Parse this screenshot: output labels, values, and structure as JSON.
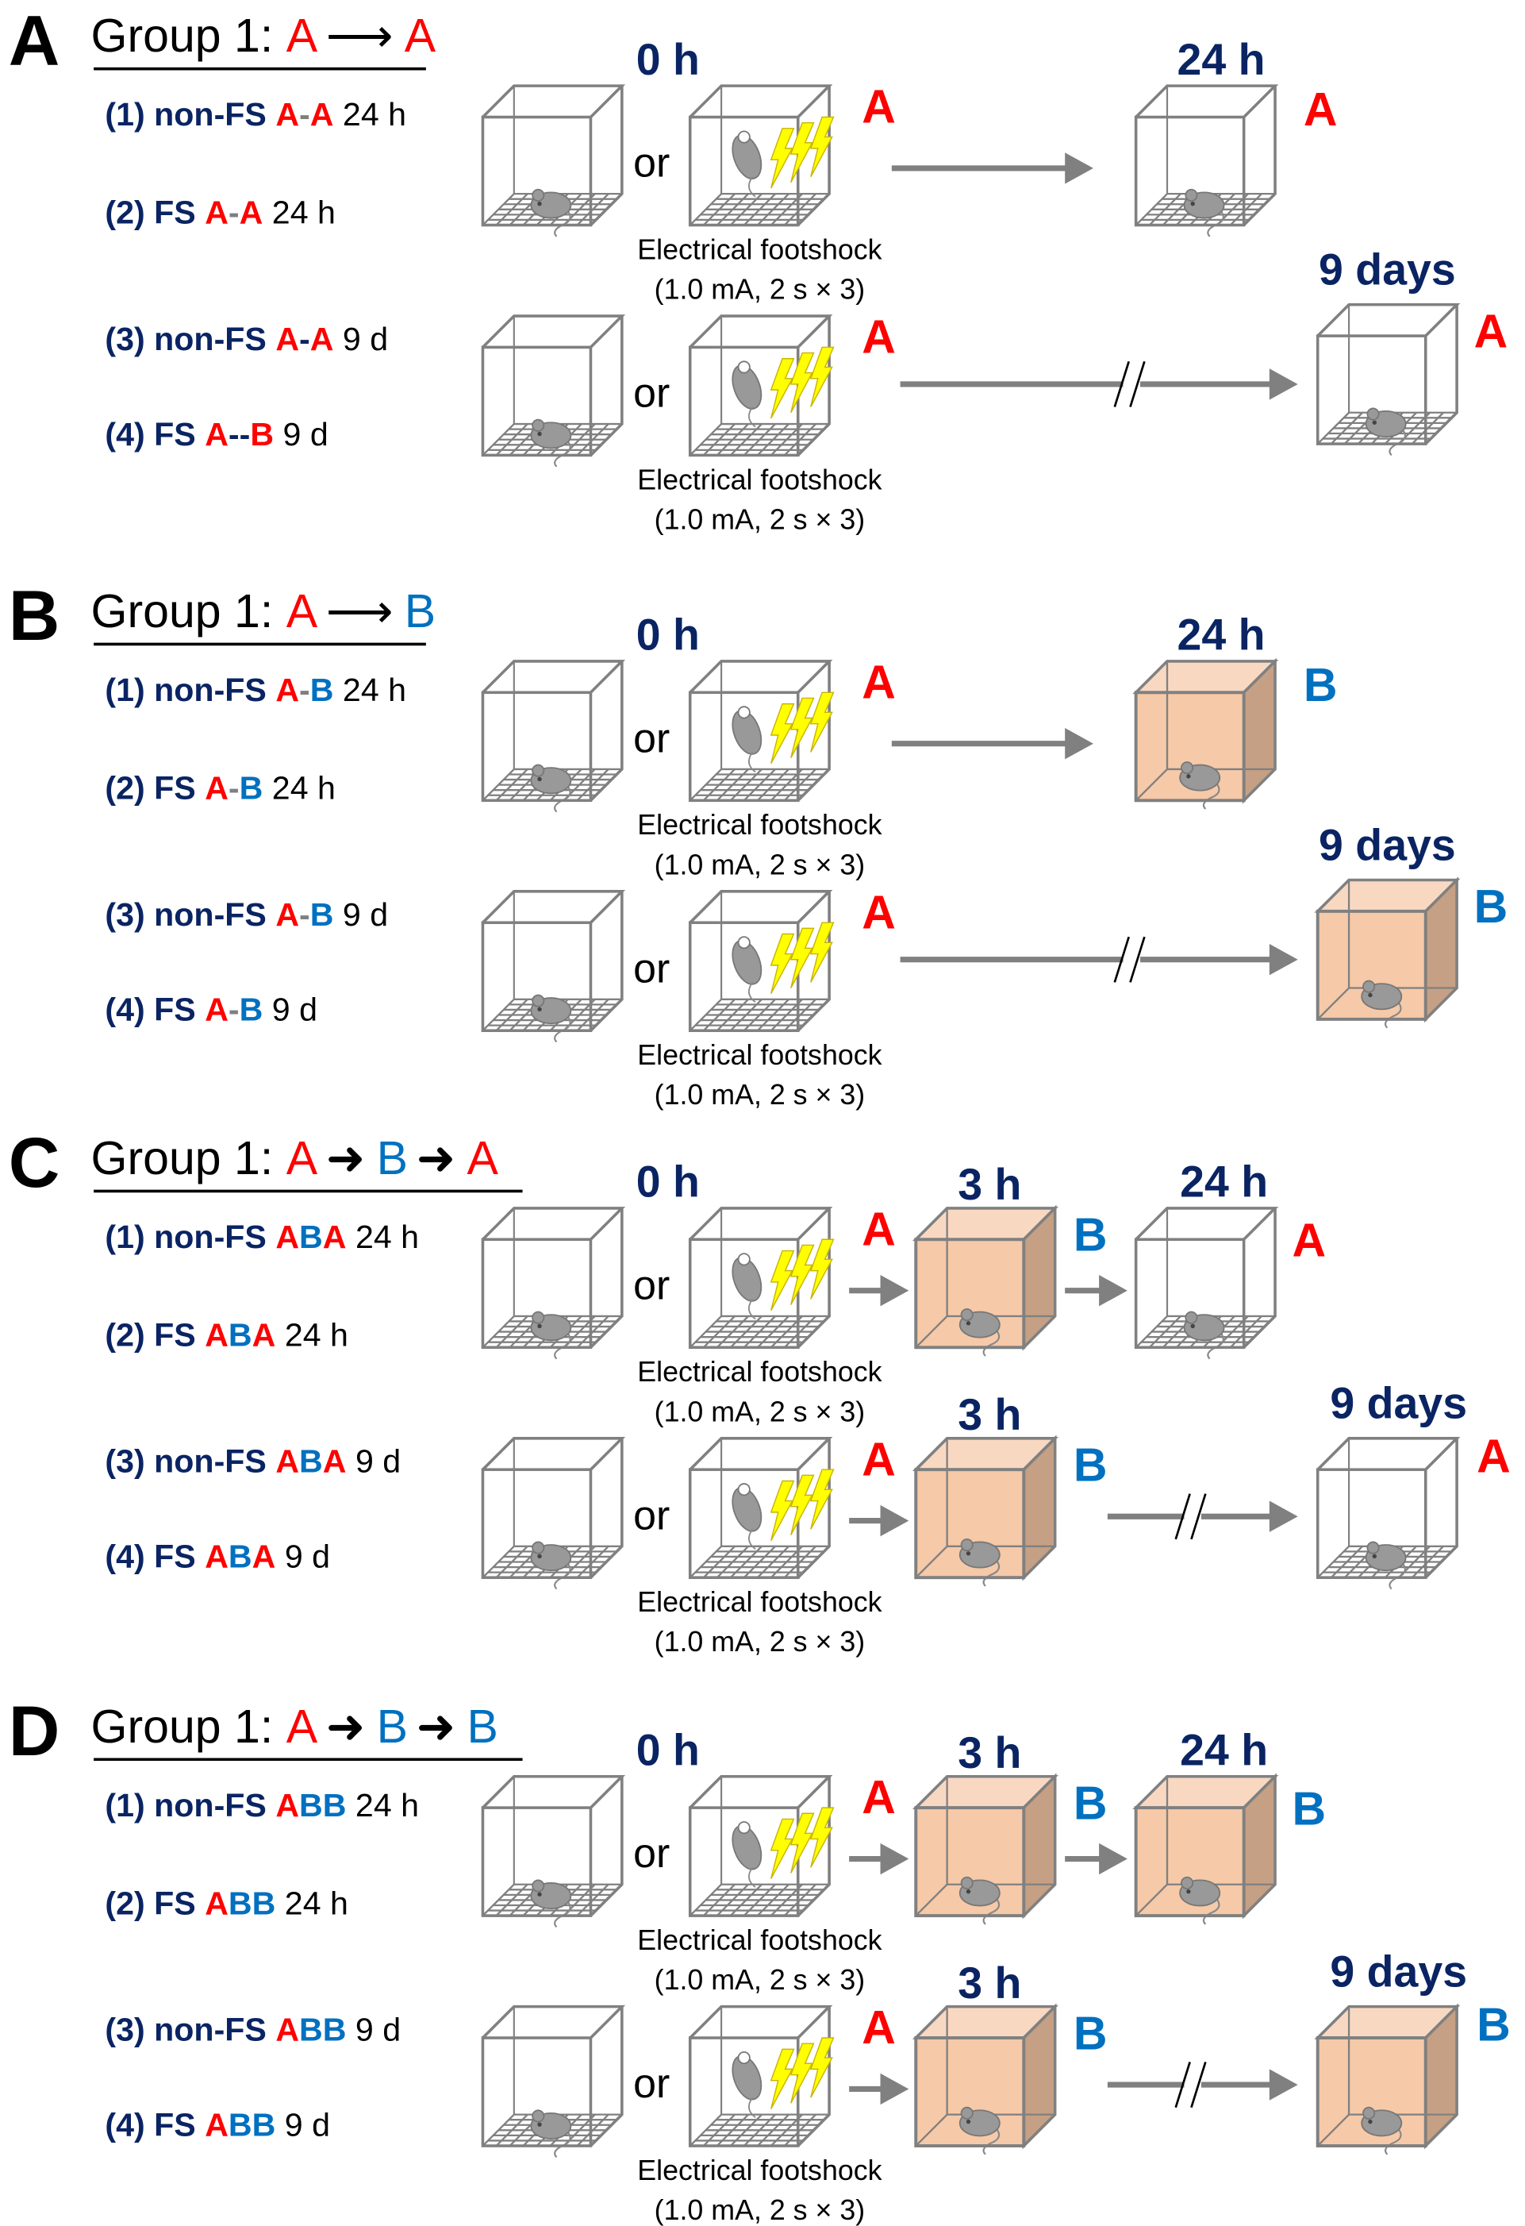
{
  "colors": {
    "navy": "#0a2463",
    "red": "#ff0000",
    "blue": "#0070c0",
    "gray": "#7f7f7f",
    "black": "#000000",
    "cage": "#808080",
    "orange_front": "#f6c9a8",
    "orange_top": "#f9d8c2",
    "orange_side": "#c6a084",
    "mouse": "#999999",
    "bolt": "#ffff00"
  },
  "context_colors": {
    "A": "red",
    "B": "blue"
  },
  "panels": [
    {
      "label": "A",
      "group": {
        "prefix": "Group 1: ",
        "contexts": [
          "A",
          "A"
        ],
        "arrow": "⟶"
      },
      "conditions": [
        [
          {
            "t": "(1) non-FS ",
            "c": "navy"
          },
          {
            "t": "A",
            "c": "red"
          },
          {
            "t": "-",
            "c": "gray"
          },
          {
            "t": "A",
            "c": "red"
          },
          {
            "t": " 24 h",
            "c": "black"
          }
        ],
        [
          {
            "t": "(2) FS ",
            "c": "navy"
          },
          {
            "t": "A",
            "c": "red"
          },
          {
            "t": "-",
            "c": "gray"
          },
          {
            "t": "A",
            "c": "red"
          },
          {
            "t": " 24 h",
            "c": "black"
          }
        ],
        [
          {
            "t": "(3) non-FS ",
            "c": "navy"
          },
          {
            "t": "A",
            "c": "red"
          },
          {
            "t": "-",
            "c": "navy"
          },
          {
            "t": "A",
            "c": "red"
          },
          {
            "t": " 9 d",
            "c": "black"
          }
        ],
        [
          {
            "t": "(4) FS ",
            "c": "navy"
          },
          {
            "t": "A",
            "c": "red"
          },
          {
            "t": "--",
            "c": "navy"
          },
          {
            "t": "B",
            "c": "red"
          },
          {
            "t": " 9 d",
            "c": "black"
          }
        ]
      ],
      "rows": [
        {
          "start_time": "0 h",
          "or": "or",
          "shock_ctx": "A",
          "caption": [
            "Electrical footshock",
            "(1.0 mA, 2 s × 3)"
          ],
          "break": false,
          "final": {
            "time": "24 h",
            "ctx": "A",
            "box": false
          }
        },
        {
          "or": "or",
          "shock_ctx": "A",
          "caption": [
            "Electrical footshock",
            "(1.0 mA, 2 s × 3)"
          ],
          "break": true,
          "final": {
            "time": "9 days",
            "ctx": "A",
            "box": false
          }
        }
      ]
    },
    {
      "label": "B",
      "group": {
        "prefix": "Group 1: ",
        "contexts": [
          "A",
          "B"
        ],
        "arrow": "⟶"
      },
      "conditions": [
        [
          {
            "t": "(1) non-FS ",
            "c": "navy"
          },
          {
            "t": "A",
            "c": "red"
          },
          {
            "t": "-",
            "c": "gray"
          },
          {
            "t": "B",
            "c": "blue"
          },
          {
            "t": " 24 h",
            "c": "black"
          }
        ],
        [
          {
            "t": "(2) FS ",
            "c": "navy"
          },
          {
            "t": "A",
            "c": "red"
          },
          {
            "t": "-",
            "c": "gray"
          },
          {
            "t": "B",
            "c": "blue"
          },
          {
            "t": " 24 h",
            "c": "black"
          }
        ],
        [
          {
            "t": "(3) non-FS ",
            "c": "navy"
          },
          {
            "t": "A",
            "c": "red"
          },
          {
            "t": "-",
            "c": "gray"
          },
          {
            "t": "B",
            "c": "blue"
          },
          {
            "t": " 9 d",
            "c": "black"
          }
        ],
        [
          {
            "t": "(4) FS ",
            "c": "navy"
          },
          {
            "t": "A",
            "c": "red"
          },
          {
            "t": "-",
            "c": "gray"
          },
          {
            "t": "B",
            "c": "blue"
          },
          {
            "t": " 9 d",
            "c": "black"
          }
        ]
      ],
      "rows": [
        {
          "start_time": "0 h",
          "or": "or",
          "shock_ctx": "A",
          "caption": [
            "Electrical footshock",
            "(1.0 mA, 2 s × 3)"
          ],
          "break": false,
          "final": {
            "time": "24 h",
            "ctx": "B",
            "box": true
          }
        },
        {
          "or": "or",
          "shock_ctx": "A",
          "caption": [
            "Electrical footshock",
            "(1.0 mA, 2 s × 3)"
          ],
          "break": true,
          "final": {
            "time": "9 days",
            "ctx": "B",
            "box": true
          }
        }
      ]
    },
    {
      "label": "C",
      "group": {
        "prefix": "Group 1: ",
        "contexts": [
          "A",
          "B",
          "A"
        ],
        "arrow": "➜"
      },
      "conditions": [
        [
          {
            "t": "(1) non-FS ",
            "c": "navy"
          },
          {
            "t": "A",
            "c": "red"
          },
          {
            "t": "B",
            "c": "blue"
          },
          {
            "t": "A",
            "c": "red"
          },
          {
            "t": " 24 h",
            "c": "black"
          }
        ],
        [
          {
            "t": "(2) FS ",
            "c": "navy"
          },
          {
            "t": "A",
            "c": "red"
          },
          {
            "t": "B",
            "c": "blue"
          },
          {
            "t": "A",
            "c": "red"
          },
          {
            "t": " 24 h",
            "c": "black"
          }
        ],
        [
          {
            "t": "(3) non-FS ",
            "c": "navy"
          },
          {
            "t": "A",
            "c": "red"
          },
          {
            "t": "B",
            "c": "blue"
          },
          {
            "t": "A",
            "c": "red"
          },
          {
            "t": " 9 d",
            "c": "black"
          }
        ],
        [
          {
            "t": "(4) FS ",
            "c": "navy"
          },
          {
            "t": "A",
            "c": "red"
          },
          {
            "t": "B",
            "c": "blue"
          },
          {
            "t": "A",
            "c": "red"
          },
          {
            "t": " 9 d",
            "c": "black"
          }
        ]
      ],
      "rows": [
        {
          "start_time": "0 h",
          "or": "or",
          "shock_ctx": "A",
          "caption": [
            "Electrical footshock",
            "(1.0 mA, 2 s × 3)"
          ],
          "mid": {
            "time": "3 h",
            "ctx": "B"
          },
          "break": false,
          "final": {
            "time": "24 h",
            "ctx": "A",
            "box": false
          }
        },
        {
          "or": "or",
          "shock_ctx": "A",
          "caption": [
            "Electrical footshock",
            "(1.0 mA, 2 s × 3)"
          ],
          "mid": {
            "time": "3 h",
            "ctx": "B"
          },
          "break": true,
          "final": {
            "time": "9 days",
            "ctx": "A",
            "box": false
          }
        }
      ]
    },
    {
      "label": "D",
      "group": {
        "prefix": "Group 1: ",
        "contexts": [
          "A",
          "B",
          "B"
        ],
        "arrow": "➜"
      },
      "conditions": [
        [
          {
            "t": "(1) non-FS ",
            "c": "navy"
          },
          {
            "t": "A",
            "c": "red"
          },
          {
            "t": "BB",
            "c": "blue"
          },
          {
            "t": " 24 h",
            "c": "black"
          }
        ],
        [
          {
            "t": "(2) FS ",
            "c": "navy"
          },
          {
            "t": "A",
            "c": "red"
          },
          {
            "t": "BB",
            "c": "blue"
          },
          {
            "t": " 24 h",
            "c": "black"
          }
        ],
        [
          {
            "t": "(3) non-FS ",
            "c": "navy"
          },
          {
            "t": "A",
            "c": "red"
          },
          {
            "t": "BB",
            "c": "blue"
          },
          {
            "t": " 9 d",
            "c": "black"
          }
        ],
        [
          {
            "t": "(4) FS ",
            "c": "navy"
          },
          {
            "t": "A",
            "c": "red"
          },
          {
            "t": "BB",
            "c": "blue"
          },
          {
            "t": " 9 d",
            "c": "black"
          }
        ]
      ],
      "rows": [
        {
          "start_time": "0 h",
          "or": "or",
          "shock_ctx": "A",
          "caption": [
            "Electrical footshock",
            "(1.0 mA, 2 s × 3)"
          ],
          "mid": {
            "time": "3 h",
            "ctx": "B"
          },
          "break": false,
          "final": {
            "time": "24 h",
            "ctx": "B",
            "box": true
          }
        },
        {
          "or": "or",
          "shock_ctx": "A",
          "caption": [
            "Electrical footshock",
            "(1.0 mA, 2 s × 3)"
          ],
          "mid": {
            "time": "3 h",
            "ctx": "B"
          },
          "break": true,
          "final": {
            "time": "9 days",
            "ctx": "B",
            "box": true
          }
        }
      ]
    }
  ]
}
